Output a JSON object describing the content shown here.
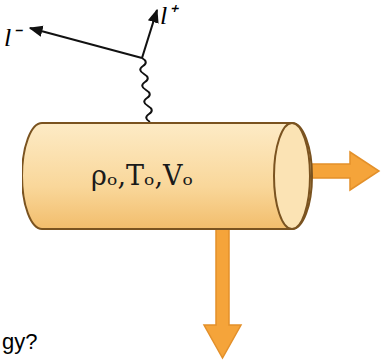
{
  "diagram": {
    "nodes": [
      {
        "text": [
          "ρₒ,Tₒ,Vₒ"
        ]
      }
    ],
    "labels": [
      "l⁻",
      "l⁺",
      "gy?"
    ]
  }
}
